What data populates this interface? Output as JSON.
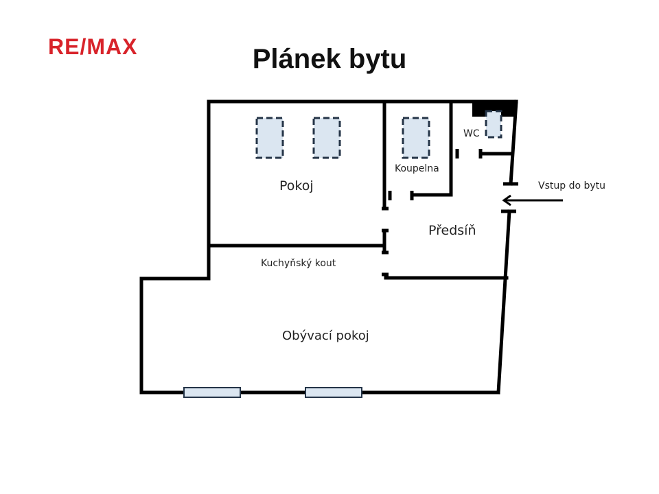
{
  "brand": {
    "logo_text": "RE/MAX",
    "color": "#d8232a"
  },
  "title": "Plánek bytu",
  "rooms": {
    "pokoj": "Pokoj",
    "koupelna": "Koupelna",
    "wc": "WC",
    "predsin": "Předsíň",
    "kuchynsky_kout": "Kuchyňský kout",
    "obyvaci_pokoj": "Obývací pokoj"
  },
  "entrance_label": "Vstup do bytu",
  "colors": {
    "wall": "#000000",
    "fixture_fill": "#dbe6f1",
    "fixture_stroke": "#243447",
    "window_fill": "#dbe6f1"
  }
}
